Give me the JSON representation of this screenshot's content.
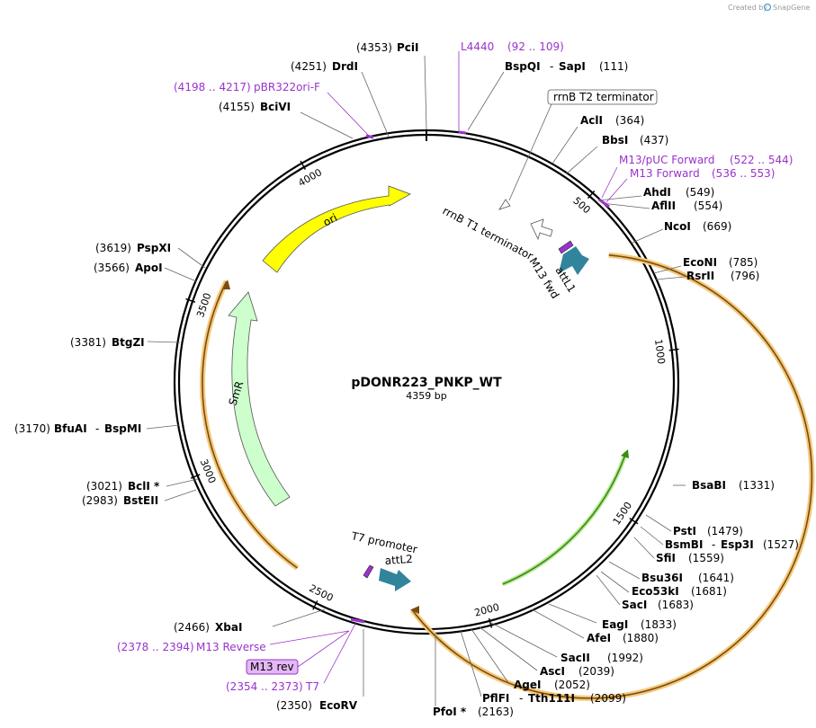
{
  "credit": {
    "text": "Created by",
    "brand": "SnapGene"
  },
  "plasmid": {
    "name": "pDONR223_PNKP_WT",
    "length": "4359 bp"
  },
  "ticks": [
    "500",
    "1000",
    "1500",
    "2000",
    "2500",
    "3000",
    "3500",
    "4000"
  ],
  "enzymes": [
    {
      "pos": "(4353)",
      "name": "PciI"
    },
    {
      "pos": "(4251)",
      "name": "DrdI"
    },
    {
      "pos": "(4155)",
      "name": "BciVI"
    },
    {
      "name": "BspQI",
      "sep": "-",
      "name2": "SapI",
      "pos": "(111)"
    },
    {
      "name": "AclI",
      "pos": "(364)"
    },
    {
      "name": "BbsI",
      "pos": "(437)"
    },
    {
      "name": "AhdI",
      "pos": "(549)"
    },
    {
      "name": "AflII",
      "pos": "(554)"
    },
    {
      "name": "NcoI",
      "pos": "(669)"
    },
    {
      "name": "EcoNI",
      "pos": "(785)"
    },
    {
      "name": "RsrII",
      "pos": "(796)"
    },
    {
      "name": "BsaBI",
      "pos": "(1331)"
    },
    {
      "name": "PstI",
      "pos": "(1479)"
    },
    {
      "name": "BsmBI",
      "sep": "-",
      "name2": "Esp3I",
      "pos": "(1527)"
    },
    {
      "name": "SfiI",
      "pos": "(1559)"
    },
    {
      "name": "Bsu36I",
      "pos": "(1641)"
    },
    {
      "name": "Eco53kI",
      "pos": "(1681)"
    },
    {
      "name": "SacI",
      "pos": "(1683)"
    },
    {
      "name": "EagI",
      "pos": "(1833)"
    },
    {
      "name": "AfeI",
      "pos": "(1880)"
    },
    {
      "name": "SacII",
      "pos": "(1992)"
    },
    {
      "name": "AscI",
      "pos": "(2039)"
    },
    {
      "name": "AgeI",
      "pos": "(2052)"
    },
    {
      "name": "PflFI",
      "sep": "-",
      "name2": "Tth111I",
      "pos": "(2099)"
    },
    {
      "name": "PfoI *",
      "pos": "(2163)"
    },
    {
      "pos": "(2350)",
      "name": "EcoRV"
    },
    {
      "pos": "(2466)",
      "name": "XbaI"
    },
    {
      "pos": "(2983)",
      "name": "BstEII"
    },
    {
      "pos": "(3021)",
      "name": "BclI *"
    },
    {
      "pos": "(3170)",
      "name": "BfuAI",
      "sep": "-",
      "name2": "BspMI"
    },
    {
      "pos": "(3381)",
      "name": "BtgZI"
    },
    {
      "pos": "(3566)",
      "name": "ApoI"
    },
    {
      "pos": "(3619)",
      "name": "PspXI"
    }
  ],
  "primers": [
    {
      "name": "L4440",
      "range": "(92 .. 109)"
    },
    {
      "range": "(4198 .. 4217)",
      "name": "pBR322ori-F"
    },
    {
      "name": "M13/pUC Forward",
      "range": "(522 .. 544)"
    },
    {
      "name": "M13 Forward",
      "range": "(536 .. 553)"
    },
    {
      "range": "(2378 .. 2394)",
      "name": "M13 Reverse"
    },
    {
      "name": "M13 rev"
    },
    {
      "range": "(2354 .. 2373)",
      "name": "T7"
    }
  ],
  "features": {
    "rrnb_t2": "rrnB T2 terminator",
    "rrnb_t1": "rrnB T1 terminator",
    "m13_fwd": "M13 fwd",
    "attl1": "attL1",
    "ori": "ori",
    "smr": "SmR",
    "t7_promoter": "T7 promoter",
    "attl2": "attL2"
  },
  "colors": {
    "backbone": "#000000",
    "orf_outline": "#f0c070",
    "orf_line": "#7a4a10",
    "green_orf": "#3a8a10",
    "ori": "#ffff00",
    "smr": "#ccffcc",
    "attl": "#31849b",
    "primer": "#9933cc"
  }
}
